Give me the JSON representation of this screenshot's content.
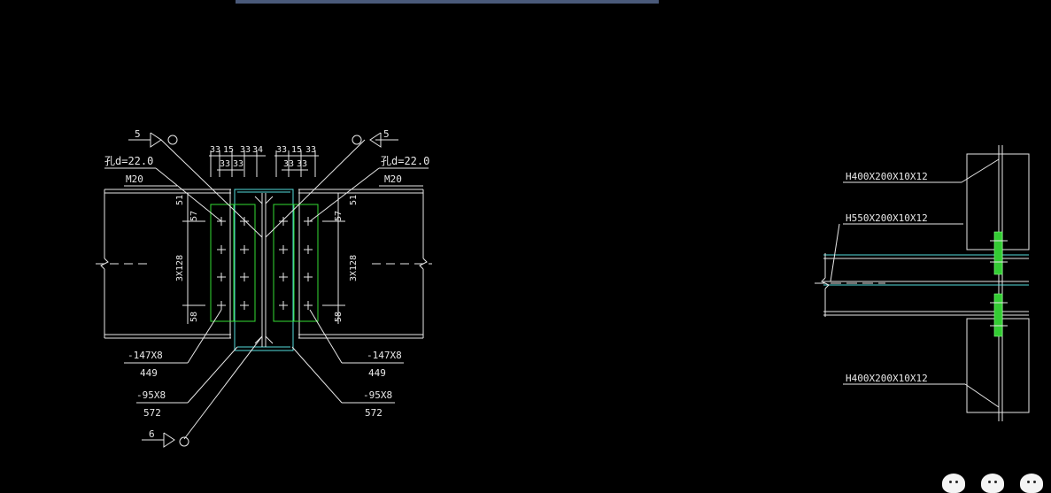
{
  "left_detail": {
    "weld_top_left": "5",
    "weld_top_right": "5",
    "weld_bottom": "6",
    "hole_left": "孔d=22.0",
    "hole_right": "孔d=22.0",
    "bolt_left": "M20",
    "bolt_right": "M20",
    "dim_top_left": [
      "33",
      "15",
      "33",
      "34"
    ],
    "dim_top_left_sub": [
      "33",
      "33"
    ],
    "dim_top_right": [
      "33",
      "15",
      "33"
    ],
    "dim_top_right_sub": [
      "33",
      "33"
    ],
    "dim_side_51": "51",
    "dim_side_57": "57",
    "dim_side_3x128": "3X128",
    "dim_side_58": "58",
    "plate1_spec": "-147X8",
    "plate1_len": "449",
    "plate2_spec": "-95X8",
    "plate2_len": "572"
  },
  "right_detail": {
    "beam_top": "H400X200X10X12",
    "beam_mid": "H550X200X10X12",
    "beam_bottom": "H400X200X10X12"
  },
  "colors": {
    "line": "#e8e8e8",
    "plate": "#33dd33",
    "flange": "#55dddd",
    "background": "#000000"
  }
}
